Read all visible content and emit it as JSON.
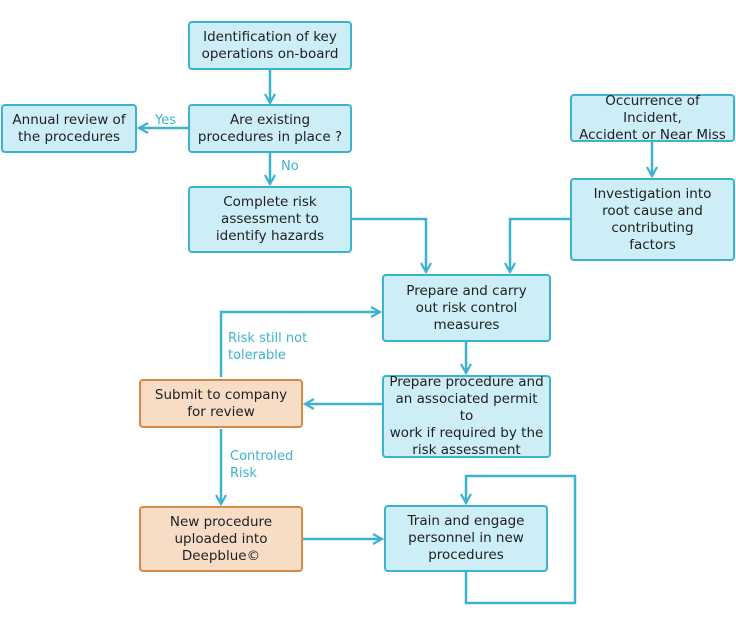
{
  "nodes": {
    "identification": "Identification of key\noperations on-board",
    "existing": "Are existing\nprocedures in place ?",
    "annual": "Annual review of\nthe procedures",
    "complete": "Complete risk\nassessment to\nidentify hazards",
    "occurrence": "Occurrence of Incident,\nAccident or Near Miss",
    "investigation": "Investigation into\nroot cause and\ncontributing\nfactors",
    "prepare_carry": "Prepare and carry\nout risk control\nmeasures",
    "prepare_procedure": "Prepare procedure and\nan associated permit to\nwork if required by the\nrisk assessment",
    "submit": "Submit to company\nfor review",
    "new_procedure": "New procedure\nuploaded into\nDeepblue©",
    "train": "Train and engage\npersonnel in new\nprocedures"
  },
  "edge_labels": {
    "yes": "Yes",
    "no": "No",
    "not_tolerable": "Risk still not\ntolerable",
    "controlled": "Controled\nRisk"
  },
  "colors": {
    "blue_fill": "#cdeef6",
    "blue_stroke": "#3bb3cf",
    "orange_fill": "#f7dcc6",
    "orange_stroke": "#d98a45",
    "arrow": "#3bb3cf"
  }
}
